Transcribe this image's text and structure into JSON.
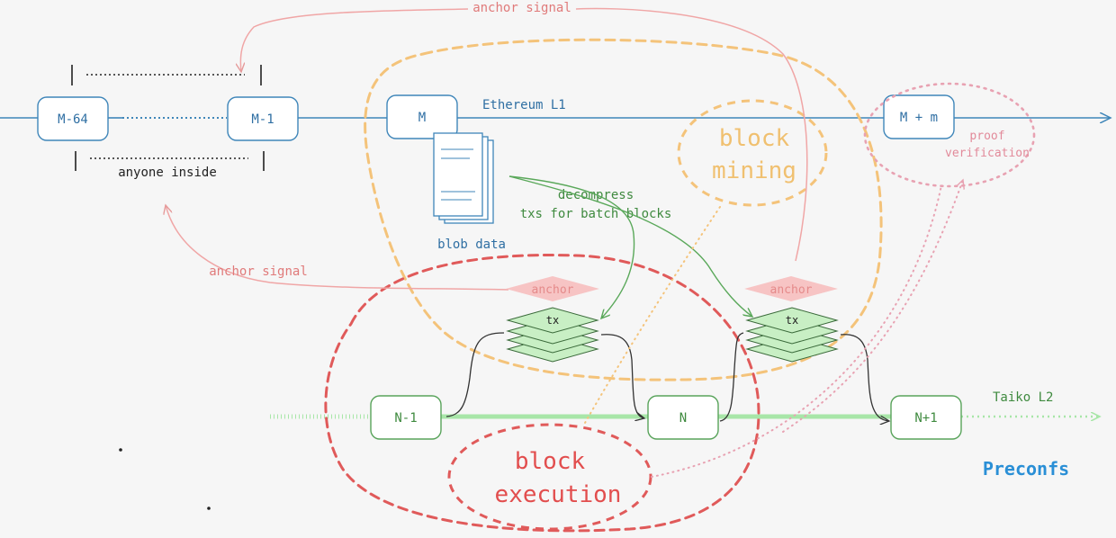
{
  "colors": {
    "l1_line": "#3f86b9",
    "l2_line": "#a8e6a8",
    "signal": "#f0a6a6",
    "mining": "#f4c37a",
    "execution": "#e05a5a",
    "proof": "#e8a2b2",
    "tx_fill": "#c8efc4",
    "anchor_fill": "#f7c4c4",
    "preconfs": "#2a8fd6"
  },
  "l1": {
    "label": "Ethereum L1",
    "blocks": {
      "m64": "M-64",
      "m1": "M-1",
      "m": "M",
      "mm": "M + m"
    },
    "window_label": "anyone inside"
  },
  "l2": {
    "label": "Taiko L2",
    "blocks": {
      "n1": "N-1",
      "n": "N",
      "np1": "N+1"
    }
  },
  "blob": {
    "label": "blob data"
  },
  "decompress": {
    "line1": "decompress",
    "line2": "txs for batch blocks"
  },
  "anchor_top": "anchor signal",
  "anchor_left": "anchor signal",
  "anchor_tag": "anchor",
  "tx_label": "tx",
  "mining": {
    "line1": "block",
    "line2": "mining"
  },
  "execution": {
    "line1": "block",
    "line2": "execution"
  },
  "proof": {
    "line1": "proof",
    "line2": "verification"
  },
  "preconfs": "Preconfs"
}
